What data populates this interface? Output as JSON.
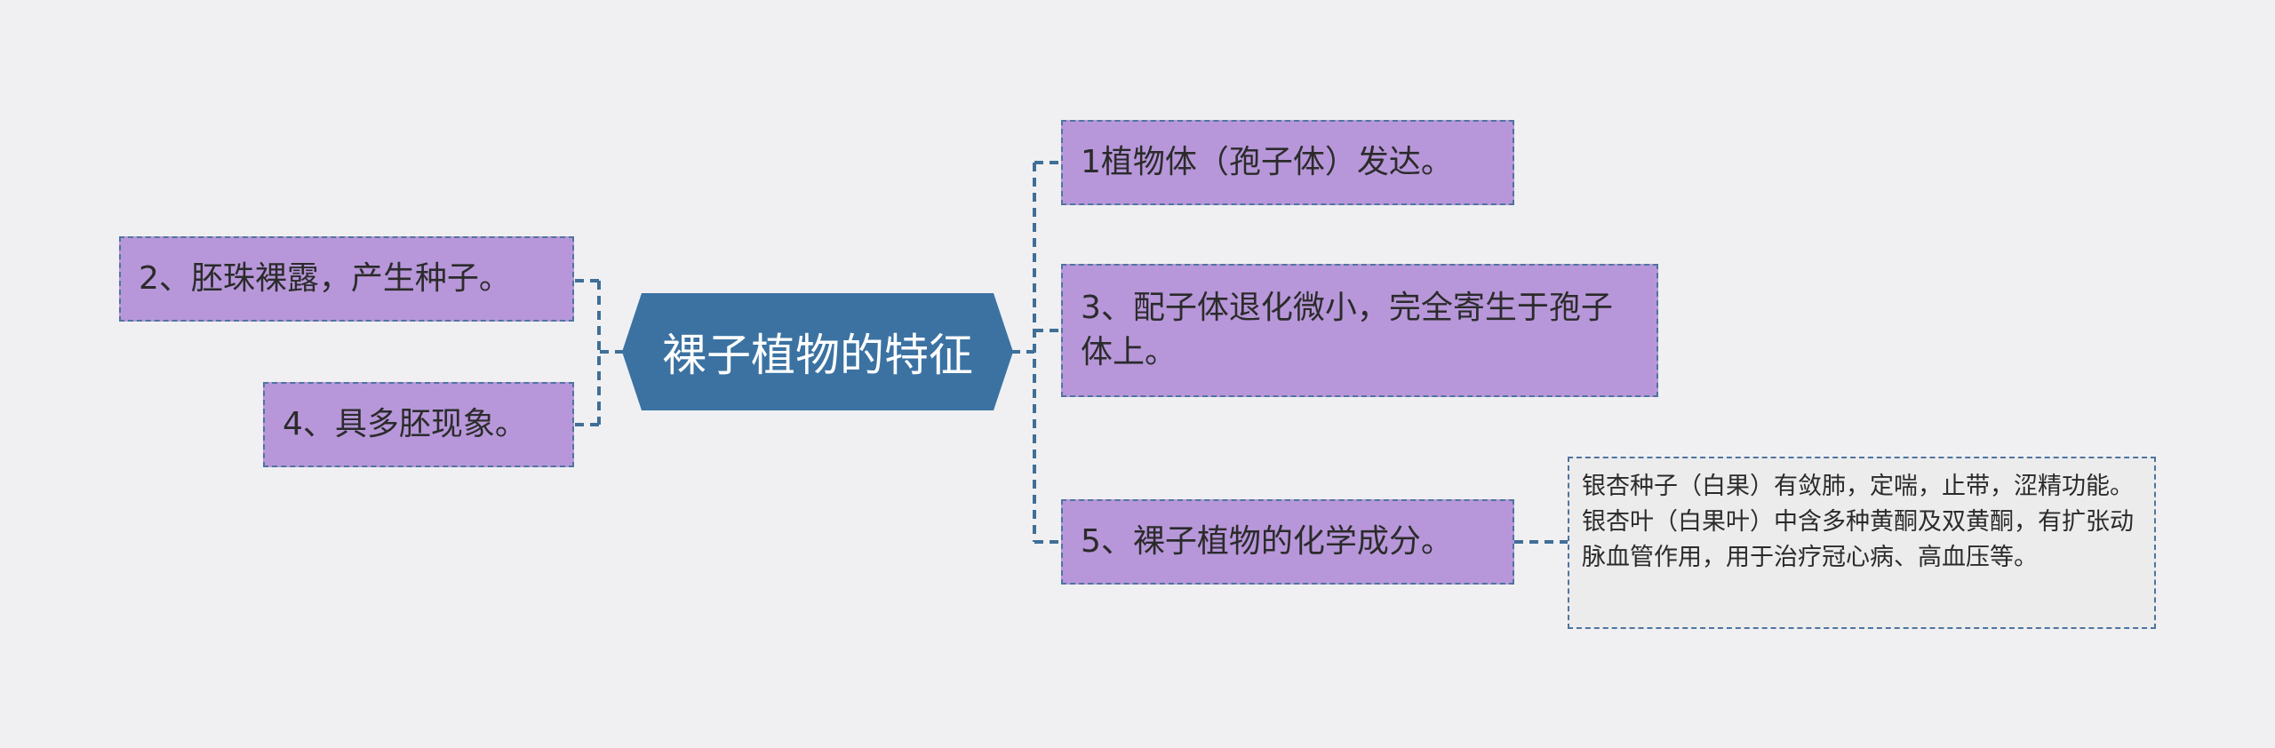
{
  "root": {
    "label": "裸子植物的特征"
  },
  "left_branches": [
    {
      "label": "2、胚珠裸露，产生种子。"
    },
    {
      "label": "4、具多胚现象。"
    }
  ],
  "right_branches": [
    {
      "label": "1植物体（孢子体）发达。"
    },
    {
      "label": "3、配子体退化微小，完全寄生于孢子体上。"
    },
    {
      "label": "5、裸子植物的化学成分。"
    }
  ],
  "note": {
    "text": "银杏种子（白果）有敛肺，定喘，止带，涩精功能。银杏叶（白果叶）中含多种黄酮及双黄酮，有扩张动脉血管作用，用于治疗冠心病、高血压等。"
  },
  "colors": {
    "root_fill": "#3b72a2",
    "node_fill": "#b797d9",
    "note_fill": "#ececec",
    "connector": "#3f6f97",
    "background": "#f0f0f2"
  }
}
